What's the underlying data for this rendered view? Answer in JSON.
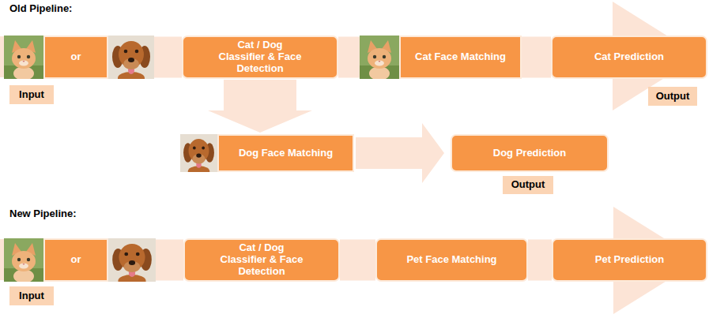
{
  "diagram": {
    "nodes": [
      {
        "text": [
          "or"
        ]
      },
      {
        "text": [
          "Cat / Dog Classifier & Face Detection"
        ]
      },
      {
        "text": [
          "Cat Face Matching"
        ]
      },
      {
        "text": [
          "Cat Prediction"
        ]
      },
      {
        "text": [
          "Input"
        ]
      },
      {
        "text": [
          "Output"
        ]
      },
      {
        "text": [
          "Dog Face Matching"
        ]
      },
      {
        "text": [
          "Dog Prediction"
        ]
      },
      {
        "text": [
          "Output"
        ]
      },
      {
        "text": [
          "or"
        ]
      },
      {
        "text": [
          "Cat / Dog Classifier & Face Detection"
        ]
      },
      {
        "text": [
          "Pet Face Matching"
        ]
      },
      {
        "text": [
          "Pet Prediction"
        ]
      },
      {
        "text": [
          "Input"
        ]
      }
    ],
    "edges": [
      {
        "from": 0,
        "to": 1,
        "arrow": "none"
      },
      {
        "from": 1,
        "to": 2,
        "arrow": "none"
      },
      {
        "from": 2,
        "to": 3,
        "arrow": "none"
      },
      {
        "from": 1,
        "to": 6,
        "arrow": "to"
      },
      {
        "from": 6,
        "to": 7,
        "arrow": "to"
      },
      {
        "from": 9,
        "to": 10,
        "arrow": "none"
      },
      {
        "from": 10,
        "to": 11,
        "arrow": "none"
      },
      {
        "from": 11,
        "to": 12,
        "arrow": "none"
      }
    ],
    "labels": [
      "Old Pipeline:",
      "New Pipeline:"
    ]
  }
}
